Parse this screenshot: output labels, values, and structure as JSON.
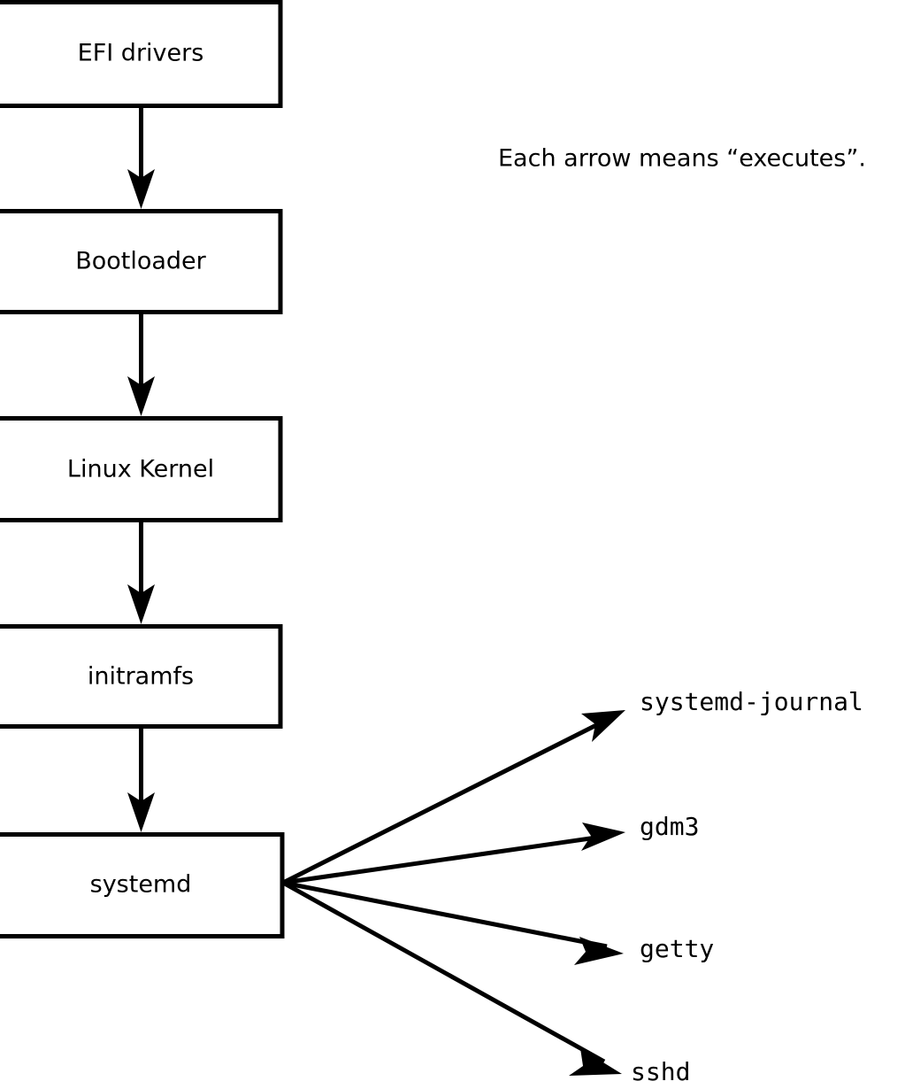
{
  "diagram": {
    "title_note": "Each arrow means “executes”.",
    "colors": {
      "background": "#ffffff",
      "stroke": "#000000",
      "box_fill": "#ffffff",
      "text": "#000000"
    },
    "boot_chain": [
      {
        "id": "efi-drivers",
        "label": "EFI drivers"
      },
      {
        "id": "bootloader",
        "label": "Bootloader"
      },
      {
        "id": "linux-kernel",
        "label": "Linux Kernel"
      },
      {
        "id": "initramfs",
        "label": "initramfs"
      },
      {
        "id": "systemd",
        "label": "systemd"
      }
    ],
    "spawned_services": [
      {
        "id": "systemd-journal",
        "label": "systemd-journal"
      },
      {
        "id": "gdm3",
        "label": "gdm3"
      },
      {
        "id": "getty",
        "label": "getty"
      },
      {
        "id": "sshd",
        "label": "sshd"
      }
    ]
  }
}
